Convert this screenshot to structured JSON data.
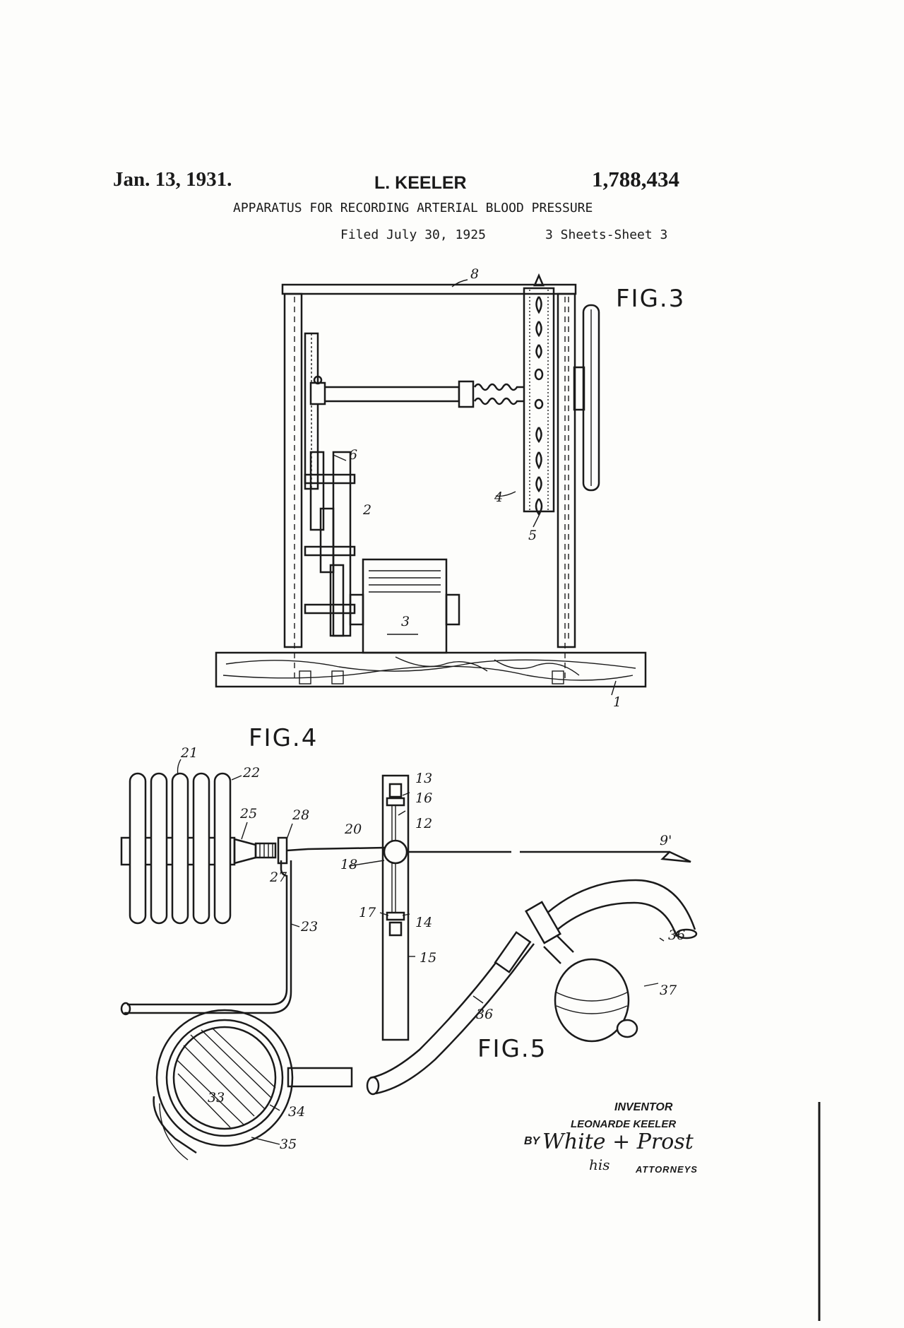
{
  "header": {
    "date": "Jan. 13, 1931.",
    "inventor": "L. KEELER",
    "patent_number": "1,788,434",
    "title": "APPARATUS FOR RECORDING ARTERIAL BLOOD PRESSURE",
    "filed": "Filed July 30, 1925",
    "sheets": "3 Sheets-Sheet 3"
  },
  "figures": {
    "fig3": "FIG.3",
    "fig4": "FIG.4",
    "fig5": "FIG.5"
  },
  "callouts": {
    "n1": "1",
    "n2": "2",
    "n3": "3",
    "n4": "4",
    "n5": "5",
    "n6": "6",
    "n8": "8",
    "n9p": "9'",
    "n12": "12",
    "n13": "13",
    "n14": "14",
    "n15": "15",
    "n16": "16",
    "n17": "17",
    "n18": "18",
    "n20": "20",
    "n21": "21",
    "n22": "22",
    "n23": "23",
    "n25": "25",
    "n27": "27",
    "n28": "28",
    "n33": "33",
    "n34": "34",
    "n35": "35",
    "n36a": "36",
    "n36b": "36",
    "n37": "37"
  },
  "signature": {
    "inventor_label": "INVENTOR",
    "inventor_name": "LEONARDE KEELER",
    "by": "BY",
    "firm": "White + Prost",
    "his": "his",
    "attorneys": "ATTORNEYS"
  }
}
